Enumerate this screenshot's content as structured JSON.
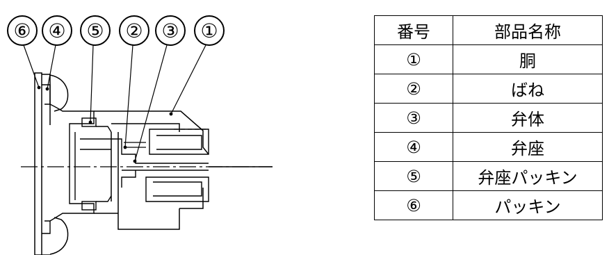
{
  "diagram": {
    "callouts": [
      "⑥",
      "④",
      "⑤",
      "②",
      "③",
      "①"
    ],
    "line_color": "#000000"
  },
  "parts_table": {
    "headers": {
      "number": "番号",
      "name": "部品名称"
    },
    "rows": [
      {
        "number": "①",
        "name": "胴"
      },
      {
        "number": "②",
        "name": "ばね"
      },
      {
        "number": "③",
        "name": "弁体"
      },
      {
        "number": "④",
        "name": "弁座"
      },
      {
        "number": "⑤",
        "name": "弁座パッキン"
      },
      {
        "number": "⑥",
        "name": "パッキン"
      }
    ]
  }
}
